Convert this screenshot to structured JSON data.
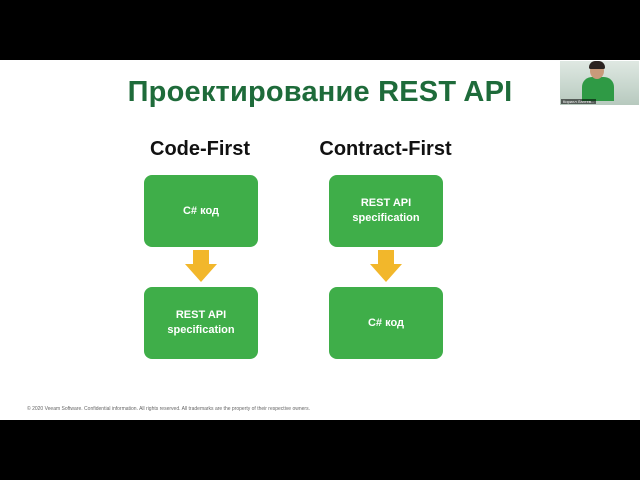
{
  "slide": {
    "title": "Проектирование REST API",
    "footer": "© 2020 Veeam Software. Confidential information. All rights reserved. All trademarks are the property of their respective owners."
  },
  "diagram": {
    "code_first": {
      "heading": "Code-First",
      "top_box": "C# код",
      "bottom_box": "REST API\nspecification"
    },
    "contract_first": {
      "heading": "Contract-First",
      "top_box": "REST API\nspecification",
      "bottom_box": "C# код"
    },
    "colors": {
      "title": "#1e6b3a",
      "box": "#3fae49",
      "arrow": "#f2b72b"
    }
  },
  "webcam": {
    "name_label": "Кирилл Лаптев..."
  }
}
